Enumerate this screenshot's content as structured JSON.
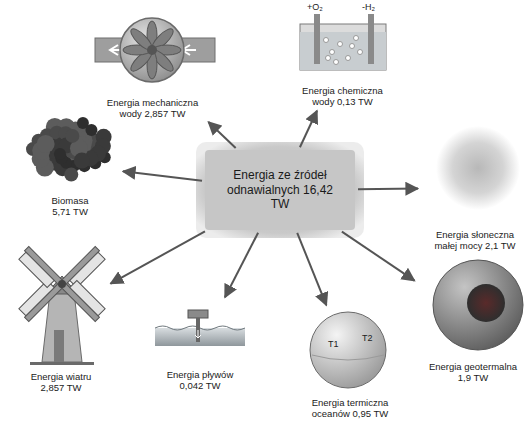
{
  "diagram": {
    "nodes": [
      {
        "text": [
          "Energia mechaniczna wody 2,857 TW"
        ]
      },
      {
        "text": [
          "Energia chemiczna wody 0,13 TW"
        ]
      },
      {
        "text": [
          "Biomasa 5,71 TW"
        ]
      },
      {
        "text": [
          "Energia ze źródeł odnawialnych 16,42 TW"
        ]
      },
      {
        "text": [
          "Energia słoneczna małej mocy 2,1 TW"
        ]
      },
      {
        "text": [
          "Energia geotermalna 1,9 TW"
        ]
      },
      {
        "text": [
          "Energia wiatru 2,857 TW"
        ]
      },
      {
        "text": [
          "Energia termiczna oceanów 0,95 TW"
        ]
      },
      {
        "text": [
          "Energia pływów 0,042 TW"
        ]
      }
    ],
    "edges": [
      {
        "from": 3,
        "to": 0,
        "arrow": "to"
      },
      {
        "from": 3,
        "to": 1,
        "arrow": "to"
      },
      {
        "from": 3,
        "to": 2,
        "arrow": "to"
      },
      {
        "from": 3,
        "to": 4,
        "arrow": "to"
      },
      {
        "from": 3,
        "to": 5,
        "arrow": "to"
      },
      {
        "from": 3,
        "to": 6,
        "arrow": "to"
      },
      {
        "from": 3,
        "to": 7,
        "arrow": "to"
      },
      {
        "from": 3,
        "to": 8,
        "arrow": "to"
      }
    ],
    "labels": [
      "+O₂",
      "-H₂",
      "T1",
      "T2"
    ]
  }
}
